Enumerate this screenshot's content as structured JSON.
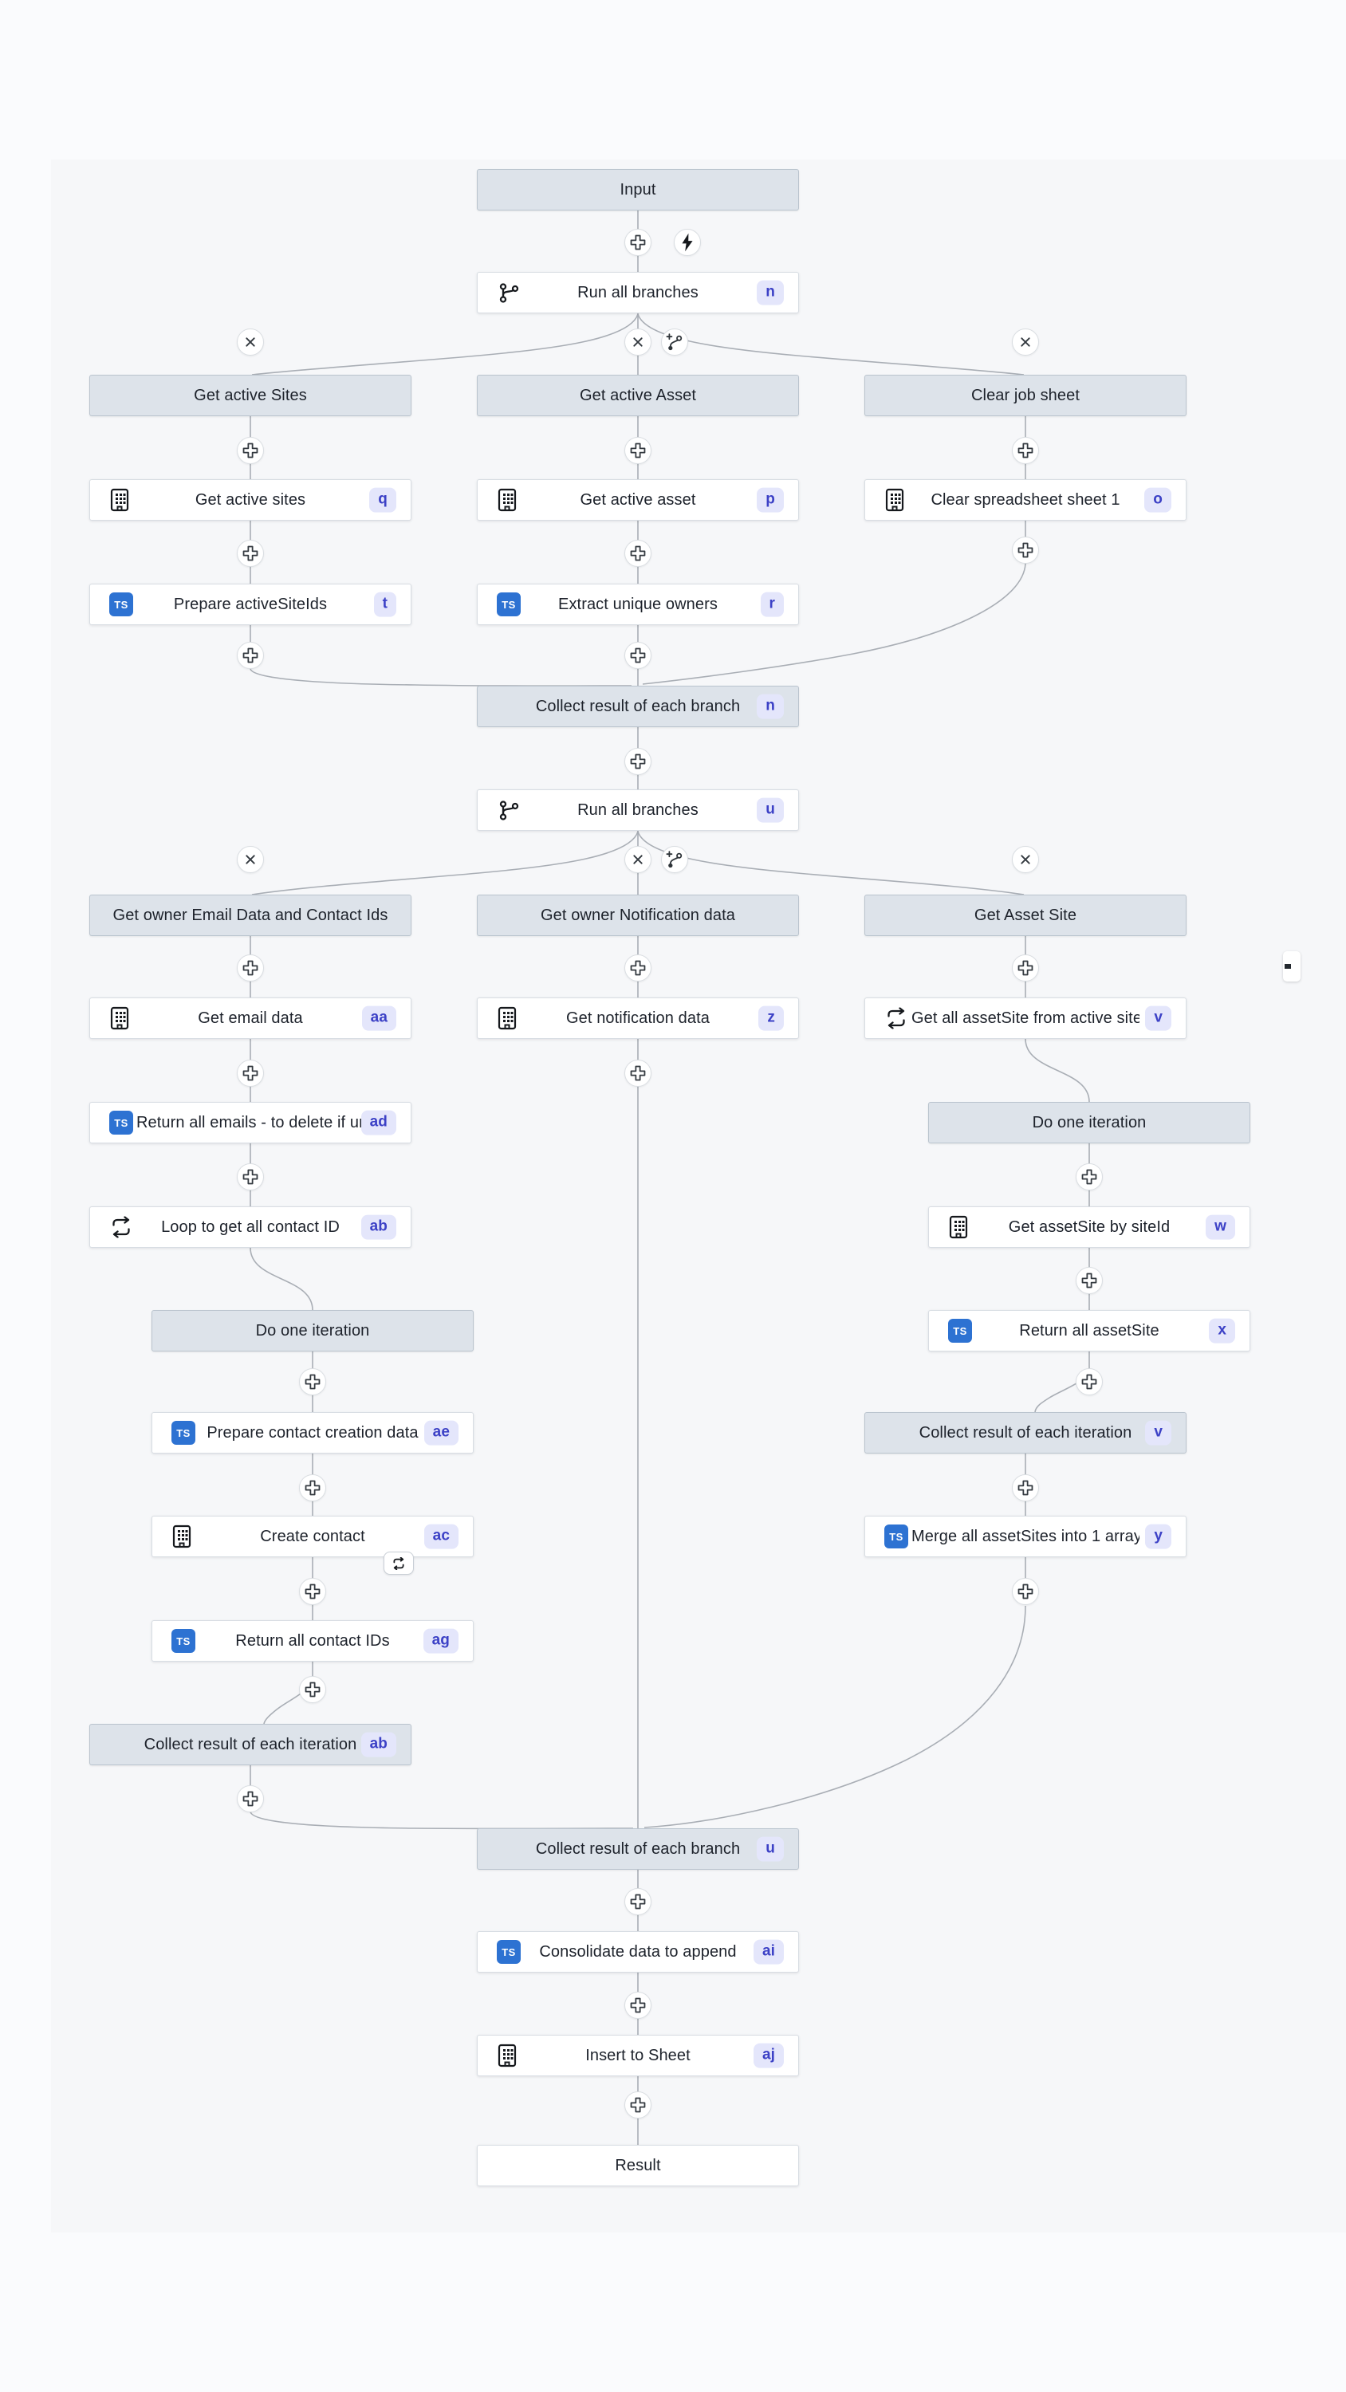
{
  "canvas": {
    "background": "#f6f7f9",
    "outer_background": "#fafbfd"
  },
  "colors": {
    "header_block_bg": "#dde3ea",
    "header_block_border": "#bac4ce",
    "node_bg": "#ffffff",
    "node_border": "#d8dde3",
    "badge_bg": "#e4e6fb",
    "badge_text": "#3c41c6",
    "ts_chip_bg": "#2d72d2",
    "wire": "#a9aeb5",
    "text": "#1d222b"
  },
  "icons": {
    "plus_connector": "plus-connector-icon",
    "lightning": "lightning-icon",
    "remove_branch": "x-icon",
    "add_branch": "add-branch-icon",
    "git_branch": "git-branch-icon",
    "resource": "resource-query-icon",
    "typescript": "ts-code-icon",
    "loop": "loop-icon"
  },
  "nodes": [
    {
      "label": "Input"
    },
    {
      "label": "Run all branches",
      "badge": "n"
    },
    {
      "label": "Get active Sites"
    },
    {
      "label": "Get active Asset"
    },
    {
      "label": "Clear job sheet"
    },
    {
      "label": "Get active sites",
      "badge": "q"
    },
    {
      "label": "Get active asset",
      "badge": "p"
    },
    {
      "label": "Clear spreadsheet sheet 1",
      "badge": "o"
    },
    {
      "label": "Prepare activeSiteIds",
      "badge": "t"
    },
    {
      "label": "Extract unique owners",
      "badge": "r"
    },
    {
      "label": "Collect result of each branch",
      "badge": "n"
    },
    {
      "label": "Run all branches",
      "badge": "u"
    },
    {
      "label": "Get owner Email Data and Contact Ids"
    },
    {
      "label": "Get owner Notification data"
    },
    {
      "label": "Get Asset Site"
    },
    {
      "label": "Get email data",
      "badge": "aa"
    },
    {
      "label": "Get notification data",
      "badge": "z"
    },
    {
      "label": "Get all assetSite from active sites only",
      "badge": "v"
    },
    {
      "label": "Return all emails - to delete if unused",
      "badge": "ad"
    },
    {
      "label": "Loop to get all contact ID",
      "badge": "ab"
    },
    {
      "label": "Do one iteration"
    },
    {
      "label": "Prepare contact creation data",
      "badge": "ae"
    },
    {
      "label": "Create contact",
      "badge": "ac"
    },
    {
      "label": "Return all contact IDs",
      "badge": "ag"
    },
    {
      "label": "Collect result of each iteration",
      "badge": "ab"
    },
    {
      "label": "Do one iteration"
    },
    {
      "label": "Get assetSite by siteId",
      "badge": "w"
    },
    {
      "label": "Return all assetSite",
      "badge": "x"
    },
    {
      "label": "Collect result of each iteration",
      "badge": "v"
    },
    {
      "label": "Merge all assetSites into 1 array",
      "badge": "y"
    },
    {
      "label": "Collect result of each branch",
      "badge": "u"
    },
    {
      "label": "Consolidate data to append",
      "badge": "ai"
    },
    {
      "label": "Insert to Sheet",
      "badge": "aj"
    },
    {
      "label": "Result"
    }
  ]
}
